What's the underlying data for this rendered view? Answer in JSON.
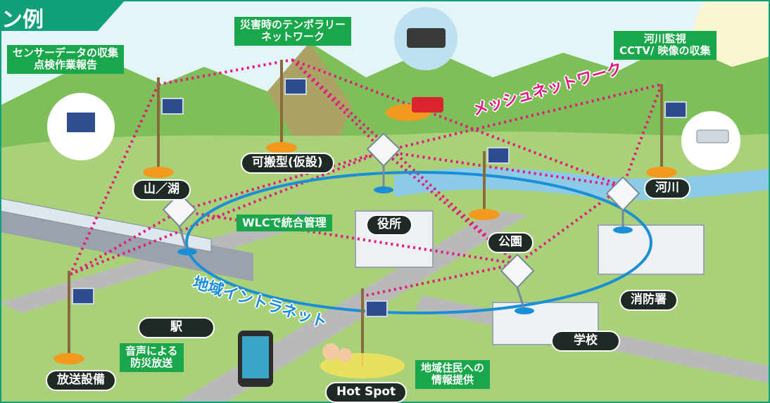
{
  "corner_title": "ン例",
  "labels": {
    "sensor_data": [
      "センサーデータの収集",
      "点検作業報告"
    ],
    "temporary_network": [
      "災害時のテンポラリー",
      "ネットワーク"
    ],
    "river_monitoring": [
      "河川監視",
      "CCTV/ 映像の収集"
    ],
    "mountain_lake": "山／湖",
    "portable": "可搬型(仮設)",
    "mesh_network": "メッシュネットワーク",
    "river": "河川",
    "wlc": "WLCで統合管理",
    "city_hall": "役所",
    "park": "公園",
    "regional_intranet": "地域イントラネット",
    "fire_station": "消防署",
    "station": "駅",
    "school": "学校",
    "voice_broadcast": [
      "音声による",
      "防災放送"
    ],
    "broadcast_equipment": "放送設備",
    "hot_spot": "Hot Spot",
    "residents_info": [
      "地域住民への",
      "情報提供"
    ]
  },
  "colors": {
    "mesh_link": "#e2197f",
    "intranet_ring": "#1a8fd6",
    "label_green": "#1aa64a",
    "label_dark": "#1f2a24",
    "title_band": "#12a07a"
  }
}
